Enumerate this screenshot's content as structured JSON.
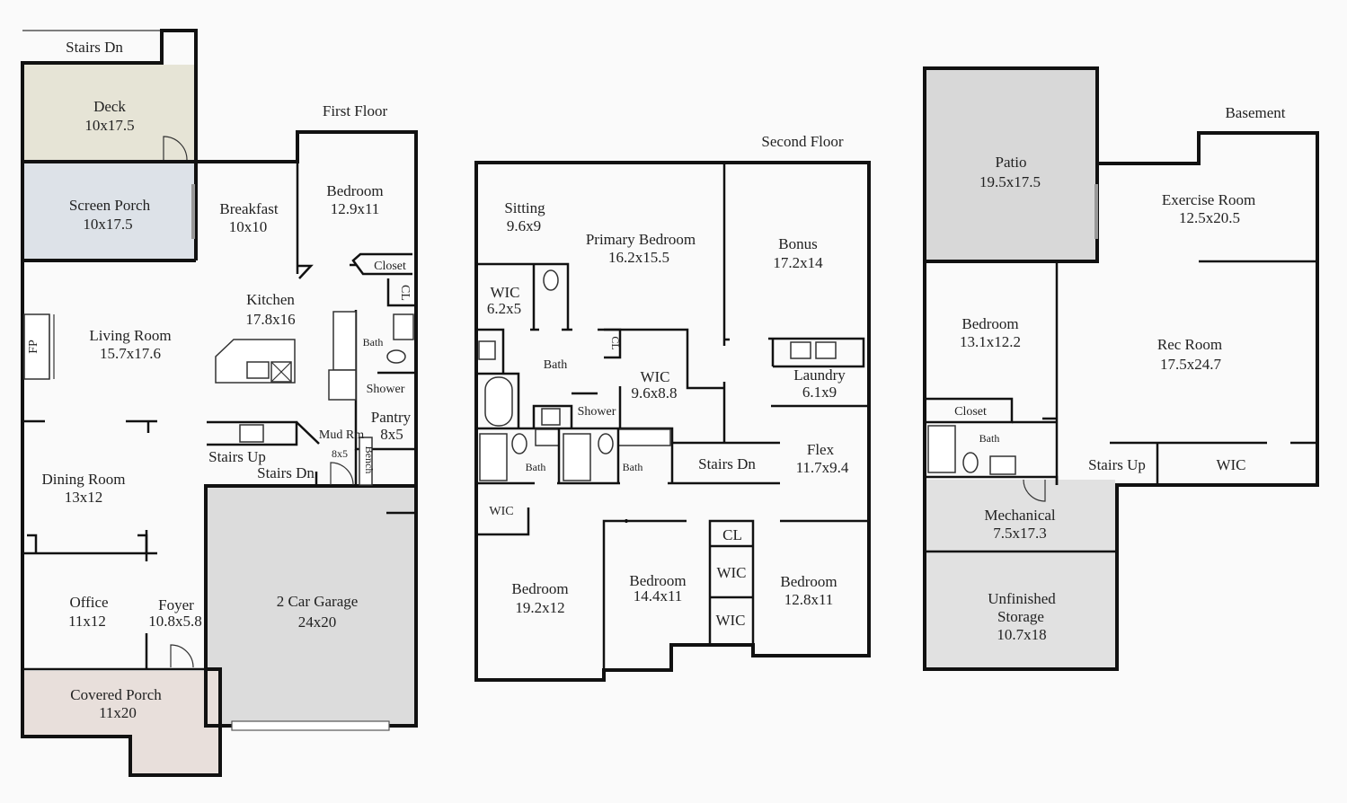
{
  "first_floor": {
    "title": "First Floor",
    "rooms": [
      {
        "name": "Stairs Dn",
        "dims": ""
      },
      {
        "name": "Deck",
        "dims": "10x17.5"
      },
      {
        "name": "Screen Porch",
        "dims": "10x17.5"
      },
      {
        "name": "Breakfast",
        "dims": "10x10"
      },
      {
        "name": "Bedroom",
        "dims": "12.9x11"
      },
      {
        "name": "Closet",
        "dims": ""
      },
      {
        "name": "CL",
        "dims": ""
      },
      {
        "name": "Kitchen",
        "dims": "17.8x16"
      },
      {
        "name": "Living Room",
        "dims": "15.7x17.6"
      },
      {
        "name": "FP",
        "dims": ""
      },
      {
        "name": "Bath",
        "dims": ""
      },
      {
        "name": "Shower",
        "dims": ""
      },
      {
        "name": "Pantry",
        "dims": "8x5"
      },
      {
        "name": "Mud Rm",
        "dims": "8x5"
      },
      {
        "name": "Bench",
        "dims": ""
      },
      {
        "name": "Stairs Up",
        "dims": ""
      },
      {
        "name": "Stairs Dn",
        "dims": ""
      },
      {
        "name": "Dining Room",
        "dims": "13x12"
      },
      {
        "name": "Office",
        "dims": "11x12"
      },
      {
        "name": "Foyer",
        "dims": "10.8x5.8"
      },
      {
        "name": "2 Car Garage",
        "dims": "24x20"
      },
      {
        "name": "Covered Porch",
        "dims": "11x20"
      }
    ]
  },
  "second_floor": {
    "title": "Second Floor",
    "rooms": [
      {
        "name": "Sitting",
        "dims": "9.6x9"
      },
      {
        "name": "Primary Bedroom",
        "dims": "16.2x15.5"
      },
      {
        "name": "Bonus",
        "dims": "17.2x14"
      },
      {
        "name": "WIC",
        "dims": "6.2x5"
      },
      {
        "name": "Bath",
        "dims": ""
      },
      {
        "name": "CL",
        "dims": ""
      },
      {
        "name": "WIC",
        "dims": "9.6x8.8"
      },
      {
        "name": "Laundry",
        "dims": "6.1x9"
      },
      {
        "name": "Shower",
        "dims": ""
      },
      {
        "name": "Bath",
        "dims": ""
      },
      {
        "name": "Bath",
        "dims": ""
      },
      {
        "name": "Stairs Dn",
        "dims": ""
      },
      {
        "name": "Flex",
        "dims": "11.7x9.4"
      },
      {
        "name": "WIC",
        "dims": ""
      },
      {
        "name": "CL",
        "dims": ""
      },
      {
        "name": "WIC",
        "dims": ""
      },
      {
        "name": "WIC",
        "dims": ""
      },
      {
        "name": "Bedroom",
        "dims": "19.2x12"
      },
      {
        "name": "Bedroom",
        "dims": "14.4x11"
      },
      {
        "name": "Bedroom",
        "dims": "12.8x11"
      }
    ]
  },
  "basement": {
    "title": "Basement",
    "rooms": [
      {
        "name": "Patio",
        "dims": "19.5x17.5"
      },
      {
        "name": "Exercise Room",
        "dims": "12.5x20.5"
      },
      {
        "name": "Bedroom",
        "dims": "13.1x12.2"
      },
      {
        "name": "Rec Room",
        "dims": "17.5x24.7"
      },
      {
        "name": "Closet",
        "dims": ""
      },
      {
        "name": "Bath",
        "dims": ""
      },
      {
        "name": "Stairs Up",
        "dims": ""
      },
      {
        "name": "WIC",
        "dims": ""
      },
      {
        "name": "Mechanical",
        "dims": "7.5x17.3"
      },
      {
        "name": "Unfinished",
        "dims": ""
      },
      {
        "name": "Storage",
        "dims": "10.7x18"
      }
    ]
  },
  "colors": {
    "deck": "#e6e4d6",
    "screen_porch": "#dde2e8",
    "garage": "#dcdcdc",
    "covered_porch": "#e8dfdb",
    "patio": "#d8d8d8",
    "unfinished": "#e1e1e1"
  }
}
